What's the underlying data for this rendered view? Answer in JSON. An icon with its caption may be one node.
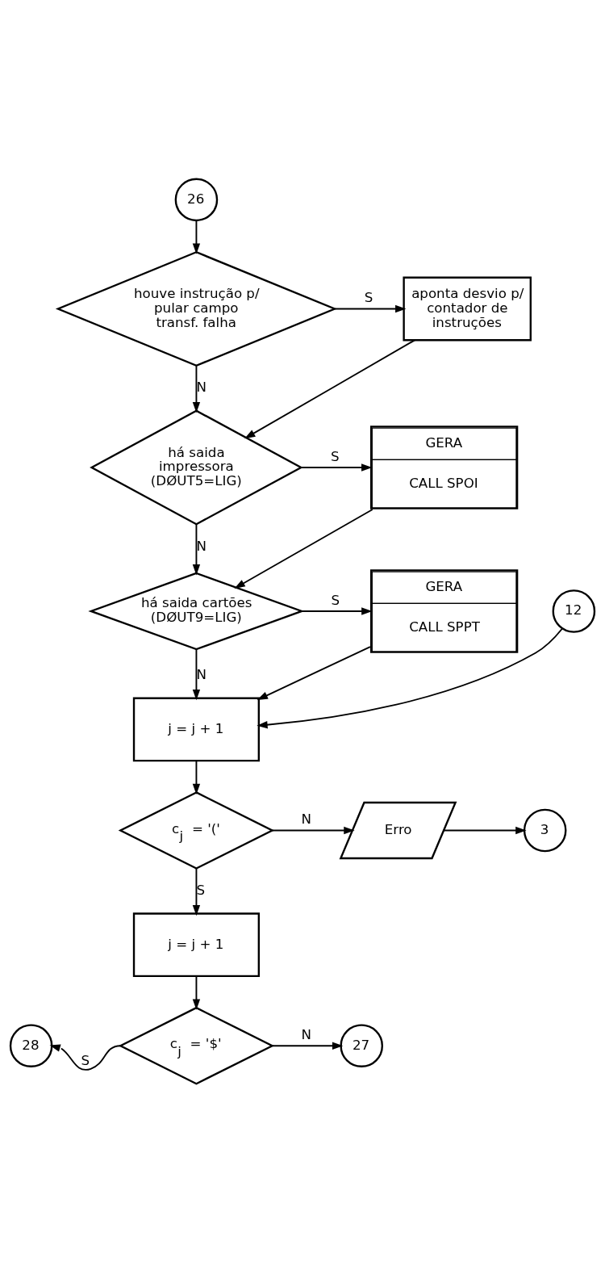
{
  "diagram": {
    "nodes": [
      {
        "text": [
          "26"
        ]
      },
      {
        "text": [
          "houve instrução p/ pular campo transf. falha"
        ]
      },
      {
        "text": [
          "aponta desvio p/ contador de instruções"
        ]
      },
      {
        "text": [
          "há saida impressora (DØUT5=LIG)"
        ]
      },
      {
        "text": [
          "GERA",
          "CALL SPOI"
        ]
      },
      {
        "text": [
          "há saida cartões (DØUT9=LIG)"
        ]
      },
      {
        "text": [
          "GERA",
          "CALL SPPT"
        ]
      },
      {
        "text": [
          "12"
        ]
      },
      {
        "text": [
          "j = j + 1"
        ]
      },
      {
        "text": [
          "c$_{j}$ = '('"
        ]
      },
      {
        "text": [
          "Erro"
        ]
      },
      {
        "text": [
          "3"
        ]
      },
      {
        "text": [
          "j = j + 1"
        ]
      },
      {
        "text": [
          "c$_{j}$ = '$'"
        ]
      },
      {
        "text": [
          "28"
        ]
      },
      {
        "text": [
          "27"
        ]
      }
    ],
    "edges": [
      {
        "from": 0,
        "to": 1,
        "arrow": "to"
      },
      {
        "from": 1,
        "to": 2,
        "arrow": "to",
        "label": "S"
      },
      {
        "from": 1,
        "to": 3,
        "arrow": "to",
        "label": "N"
      },
      {
        "from": 2,
        "to": 3,
        "arrow": "to"
      },
      {
        "from": 3,
        "to": 4,
        "arrow": "to",
        "label": "S"
      },
      {
        "from": 3,
        "to": 5,
        "arrow": "to",
        "label": "N"
      },
      {
        "from": 4,
        "to": 5,
        "arrow": "to"
      },
      {
        "from": 5,
        "to": 6,
        "arrow": "to",
        "label": "S"
      },
      {
        "from": 5,
        "to": 8,
        "arrow": "to",
        "label": "N"
      },
      {
        "from": 6,
        "to": 8,
        "arrow": "to"
      },
      {
        "from": 7,
        "to": 8,
        "arrow": "to"
      },
      {
        "from": 8,
        "to": 9,
        "arrow": "to"
      },
      {
        "from": 9,
        "to": 10,
        "arrow": "to",
        "label": "N"
      },
      {
        "from": 10,
        "to": 11,
        "arrow": "to"
      },
      {
        "from": 9,
        "to": 12,
        "arrow": "to",
        "label": "S"
      },
      {
        "from": 12,
        "to": 13,
        "arrow": "to"
      },
      {
        "from": 13,
        "to": 14,
        "arrow": "to",
        "label": "S"
      },
      {
        "from": 13,
        "to": 15,
        "arrow": "to",
        "label": "N"
      }
    ]
  }
}
